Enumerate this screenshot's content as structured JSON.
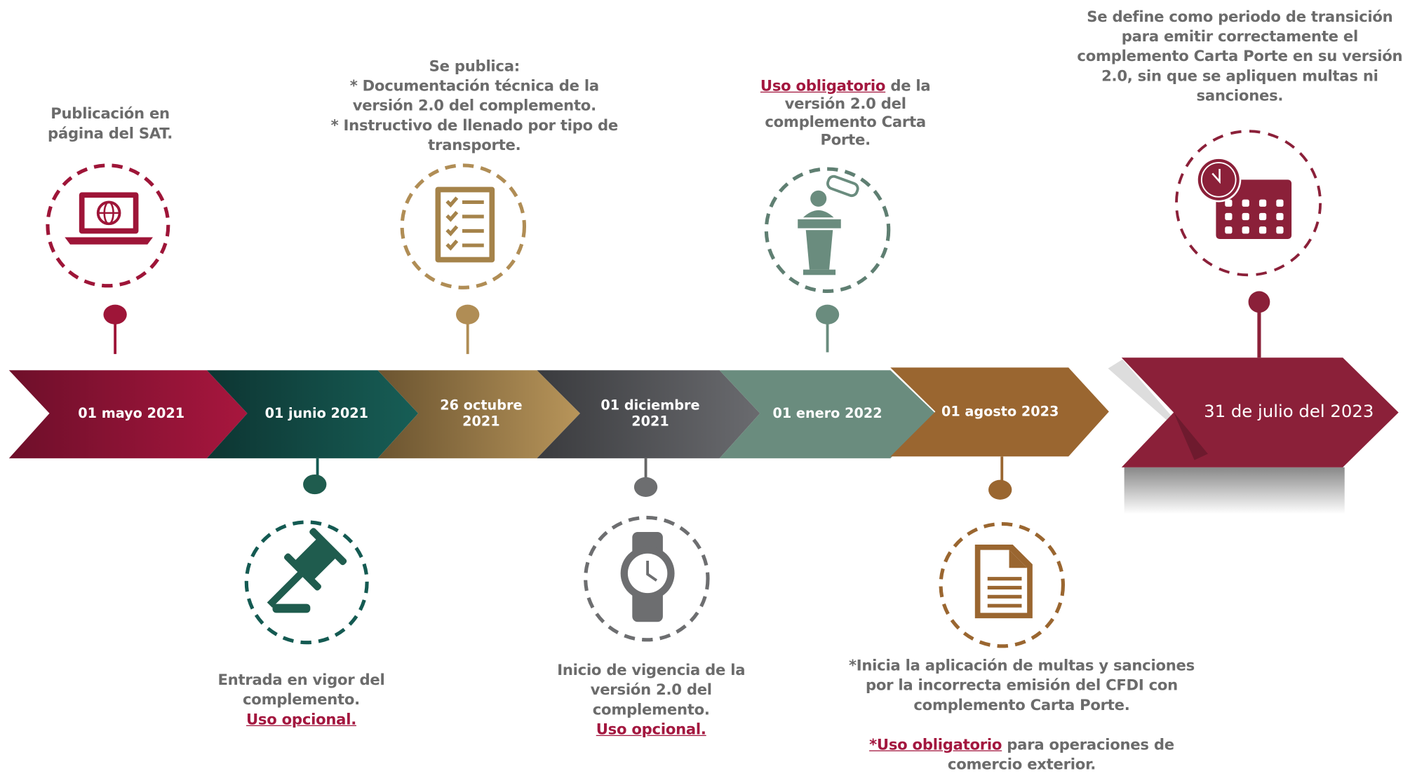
{
  "colors": {
    "red": "#9e1538",
    "teal": "#145a52",
    "gold": "#a5834a",
    "gray": "#5f6064",
    "sage": "#6a8c7e",
    "brown": "#9a6630",
    "final": "#8b2039",
    "text": "#6b6b6b",
    "link": "#a3173f"
  },
  "milestones": [
    {
      "date": "01 mayo 2021",
      "icon": "laptop-globe-icon",
      "text": "Publicación en página del SAT."
    },
    {
      "date": "01 junio 2021",
      "icon": "gavel-icon",
      "text": "Entrada en vigor del complemento.",
      "link": "Uso opcional."
    },
    {
      "date_line1": "26 octubre",
      "date_line2": "2021",
      "icon": "checklist-icon",
      "intro": "Se publica:",
      "line1": "* Documentación técnica de la versión 2.0 del complemento.",
      "line2": "* Instructivo de llenado por tipo de transporte."
    },
    {
      "date_line1": "01 diciembre",
      "date_line2": "2021",
      "icon": "watch-icon",
      "text": "Inicio de vigencia de la versión 2.0 del complemento.",
      "link": "Uso opcional."
    },
    {
      "date": "01 enero 2022",
      "icon": "podium-icon",
      "link": "Uso obligatorio",
      "text": " de la versión 2.0 del complemento Carta Porte."
    },
    {
      "date": "01 agosto 2023",
      "icon": "document-icon",
      "text": "*Inicia la aplicación de multas y sanciones por la incorrecta emisión del CFDI con complemento Carta Porte.",
      "link": "*Uso obligatorio",
      "text2": " para operaciones de comercio exterior."
    },
    {
      "date": "31 de julio del 2023",
      "icon": "calendar-clock-icon",
      "text": "Se define como periodo de transición para emitir correctamente el complemento Carta Porte en su versión 2.0, sin que se apliquen multas ni sanciones."
    }
  ]
}
